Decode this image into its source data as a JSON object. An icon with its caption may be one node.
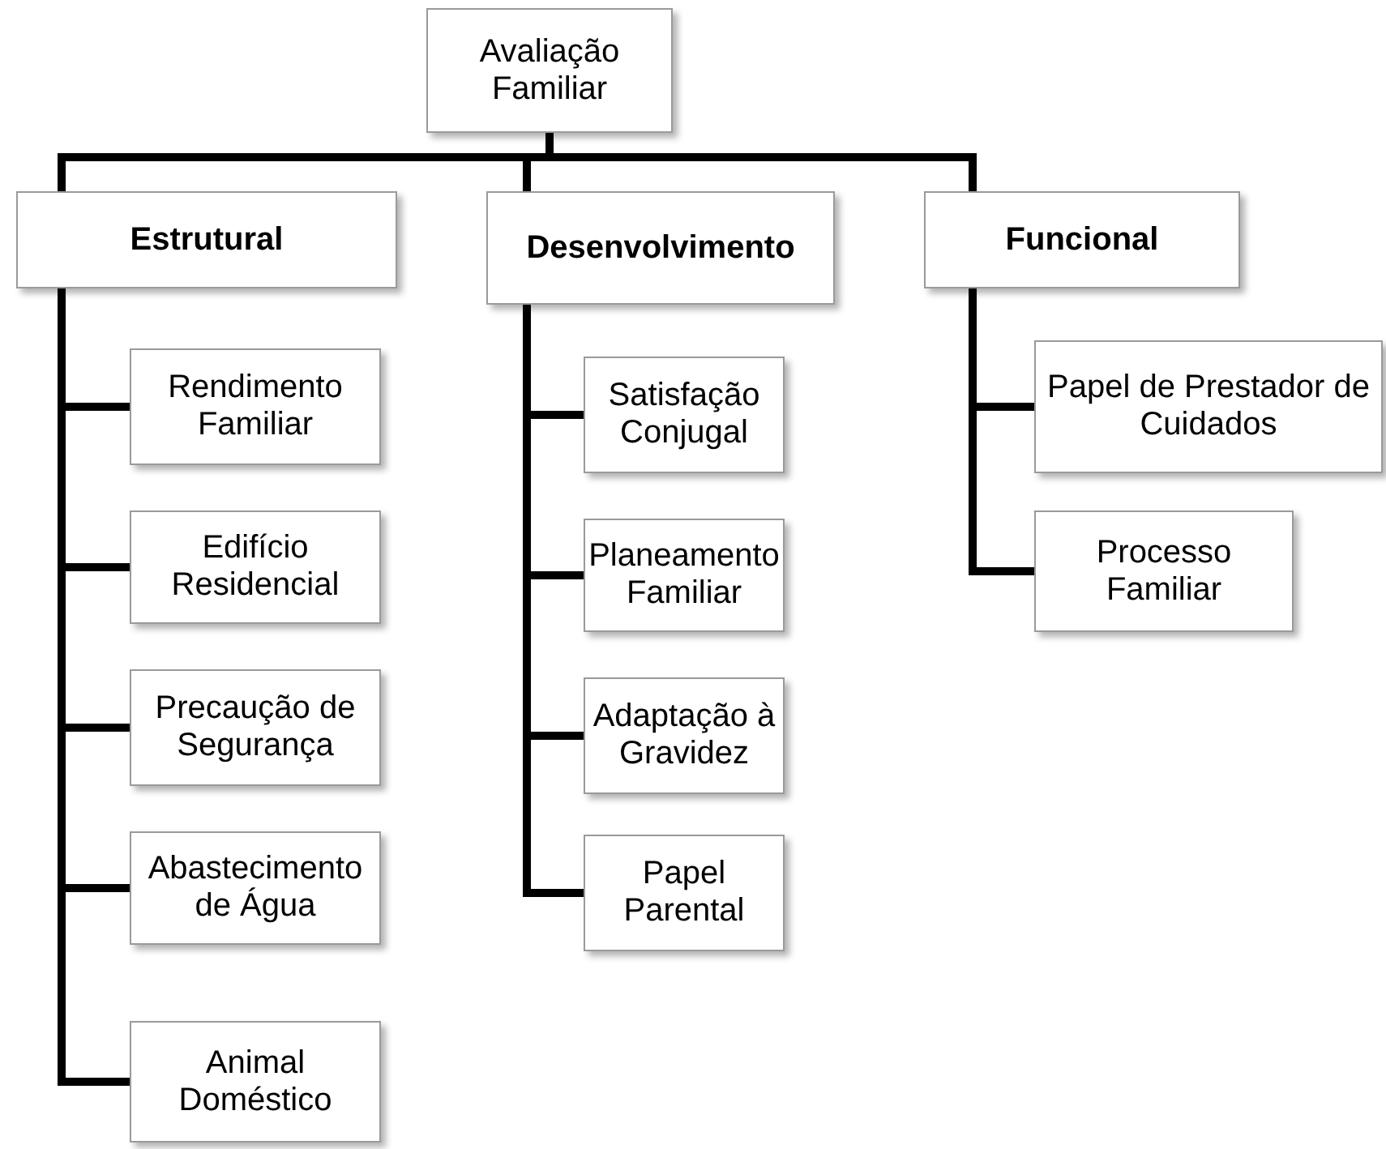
{
  "diagram": {
    "nodes": [
      {
        "text": [
          "Avaliação Familiar"
        ]
      },
      {
        "text": [
          "Estrutural"
        ]
      },
      {
        "text": [
          "Desenvolvimento"
        ]
      },
      {
        "text": [
          "Funcional"
        ]
      },
      {
        "text": [
          "Rendimento Familiar"
        ]
      },
      {
        "text": [
          "Edifício Residencial"
        ]
      },
      {
        "text": [
          "Precaução de Segurança"
        ]
      },
      {
        "text": [
          "Abastecimento de Água"
        ]
      },
      {
        "text": [
          "Animal Doméstico"
        ]
      },
      {
        "text": [
          "Satisfação Conjugal"
        ]
      },
      {
        "text": [
          "Planeamento Familiar"
        ]
      },
      {
        "text": [
          "Adaptação à Gravidez"
        ]
      },
      {
        "text": [
          "Papel Parental"
        ]
      },
      {
        "text": [
          "Papel de Prestador de Cuidados"
        ]
      },
      {
        "text": [
          "Processo Familiar"
        ]
      }
    ],
    "edges": [
      {
        "from": 0,
        "to": 1,
        "arrow": "none"
      },
      {
        "from": 0,
        "to": 2,
        "arrow": "none"
      },
      {
        "from": 0,
        "to": 3,
        "arrow": "none"
      },
      {
        "from": 1,
        "to": 4,
        "arrow": "none"
      },
      {
        "from": 1,
        "to": 5,
        "arrow": "none"
      },
      {
        "from": 1,
        "to": 6,
        "arrow": "none"
      },
      {
        "from": 1,
        "to": 7,
        "arrow": "none"
      },
      {
        "from": 1,
        "to": 8,
        "arrow": "none"
      },
      {
        "from": 2,
        "to": 9,
        "arrow": "none"
      },
      {
        "from": 2,
        "to": 10,
        "arrow": "none"
      },
      {
        "from": 2,
        "to": 11,
        "arrow": "none"
      },
      {
        "from": 2,
        "to": 12,
        "arrow": "none"
      },
      {
        "from": 3,
        "to": 13,
        "arrow": "none"
      },
      {
        "from": 3,
        "to": 14,
        "arrow": "none"
      }
    ]
  }
}
